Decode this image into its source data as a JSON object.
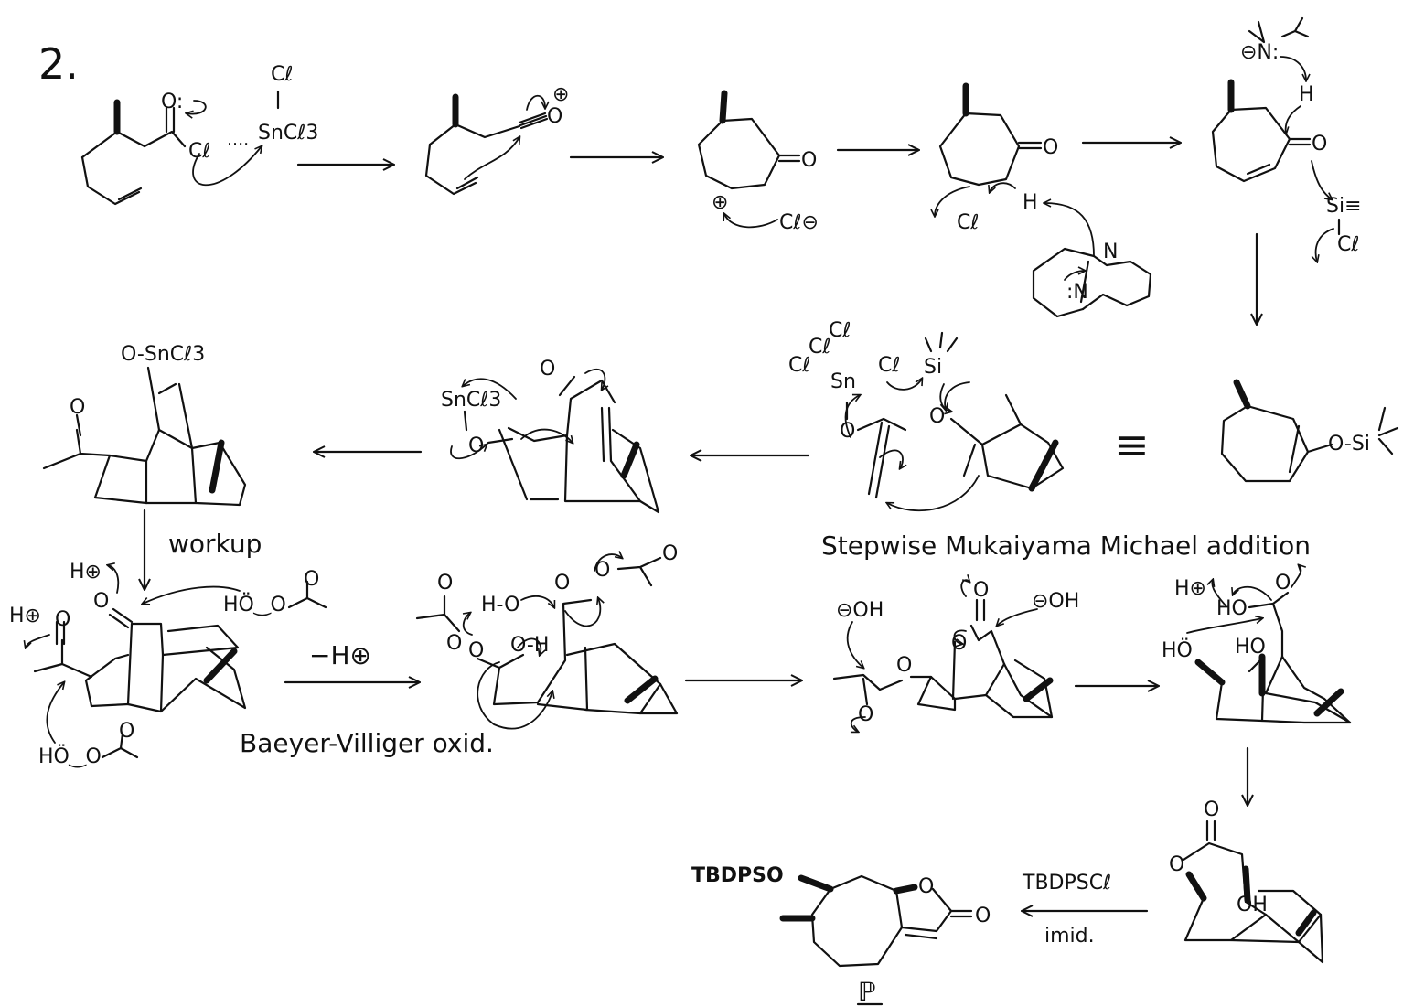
{
  "problem_number": "2.",
  "captions": {
    "mukaiyama": "Stepwise Mukaiyama Michael addition",
    "baeyer_villiger": "Baeyer-Villiger oxid.",
    "workup": "workup",
    "minus_h": "−H⊕",
    "reagent_top": "TBDPSCℓ",
    "reagent_bottom": "imid.",
    "product_label": "ℙ"
  },
  "atoms": {
    "o_lone": "O:",
    "o": "O",
    "cl": "Cℓ",
    "cl_minus": "Cℓ⊖",
    "sncl3": "SnCℓ3",
    "o_sncl3": "O-SnCℓ3",
    "plus": "⊕",
    "h": "H",
    "n": "N",
    "n_lone": ":N",
    "n_minus": "⊖N:",
    "si": "Si",
    "si_eq": "Si≡",
    "o_si": "O-Si",
    "sn": "Sn",
    "h_plus": "H⊕",
    "ho_peracid": "HÖ‿O",
    "oh_minus": "⊖OH",
    "ho": "HO",
    "hoe": "HÖ",
    "oh": "OH",
    "o_h": "O-H",
    "h_o": "H-O",
    "otbdps": "TBDPSO",
    "equiv": "≡"
  }
}
